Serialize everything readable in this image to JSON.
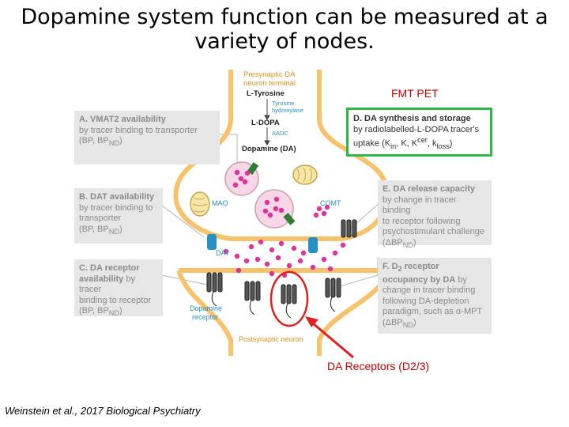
{
  "title": {
    "line1": "Dopamine system function can be measured at a",
    "line2": "variety of nodes."
  },
  "annotations": {
    "fmt_pet": "FMT PET",
    "da_receptors": "DA Receptors (D2/3)"
  },
  "diagram_labels": {
    "presynaptic_line1": "Presynaptic DA",
    "presynaptic_line2": "neuron terminal",
    "l_tyrosine": "L-Tyrosine",
    "tyrosine_hydroxylase_1": "Tyrosine",
    "tyrosine_hydroxylase_2": "hydroxylase",
    "l_dopa": "L-DOPA",
    "aadc": "AADC",
    "dopamine": "Dopamine (DA)",
    "mao": "MAO",
    "comt": "COMT",
    "dat": "DAT",
    "dopamine_receptor_1": "Dopamine",
    "dopamine_receptor_2": "receptor",
    "postsynaptic": "Postsynaptic neuron"
  },
  "boxes": {
    "a": {
      "title": "A. VMAT2 availability",
      "body1": "by tracer binding to transporter",
      "body2": "(BP, BP",
      "sub": "ND",
      "end": ")"
    },
    "b": {
      "title": "B. DAT availability",
      "body1": "by tracer binding to",
      "body2": "transporter",
      "body3": "(BP, BP",
      "sub": "ND",
      "end": ")"
    },
    "c": {
      "title1": "C. DA receptor",
      "title2": "availability",
      "body1": " by tracer",
      "body2": "binding to receptor",
      "body3": "(BP, BP",
      "sub": "ND",
      "end": ")"
    },
    "d": {
      "title1": "D. DA synthesis and storage",
      "body1": "by radiolabelled-L-DOPA tracer's",
      "body2": "uptake (K",
      "s1": "in",
      "m1": ", K, K",
      "s2": "cer",
      "m2": ", k",
      "s3": "loss",
      "end": ")"
    },
    "e": {
      "title": "E. DA release capacity",
      "body1": "by change in tracer binding",
      "body2": "to receptor following",
      "body3": "psychostimulant challenge",
      "body4": "(ΔBP",
      "sub": "ND",
      "end": ")"
    },
    "f": {
      "title1": "F. D",
      "title_sub": "2",
      "title2": " receptor",
      "title3": "occupancy by DA",
      "body1": " by",
      "body2": "change in tracer binding",
      "body3": "following DA-depletion",
      "body4": "paradigm, such as α-MPT",
      "body5": "(ΔBP",
      "sub": "ND",
      "end": ")"
    }
  },
  "citation": "Weinstein et al., 2017 Biological Psychiatry",
  "colors": {
    "neuron_outline": "#f6c26b",
    "dopamine_dot": "#e0329a",
    "vesicle_fill": "#f8d6e6",
    "transporter": "#2a8fc1",
    "receptor": "#555555",
    "highlight_green": "#2eb84a",
    "highlight_red": "#e02020",
    "annotation_red": "#cc0000"
  }
}
